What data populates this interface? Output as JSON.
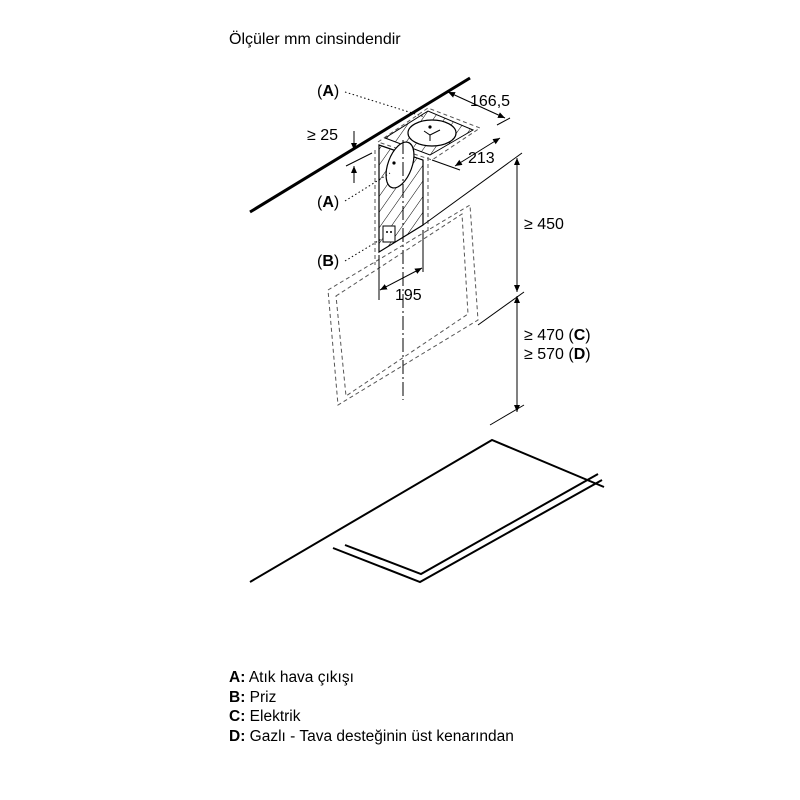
{
  "title": "Ölçüler mm cinsindendir",
  "labels": {
    "a_top": "A",
    "a_side": "A",
    "b": "B",
    "dim_width": "166,5",
    "dim_depth": "213",
    "dim_min_gap": "≥ 25",
    "dim_height": "≥ 450",
    "dim_width_front": "195",
    "dim_electric_prefix": "≥ 470",
    "dim_electric_code": "C",
    "dim_gas_prefix": "≥ 570",
    "dim_gas_code": "D"
  },
  "legend": [
    {
      "key": "A:",
      "text": "Atık hava çıkışı"
    },
    {
      "key": "B:",
      "text": "Priz"
    },
    {
      "key": "C:",
      "text": "Elektrik"
    },
    {
      "key": "D:",
      "text": "Gazlı - Tava desteğinin üst kenarından"
    }
  ]
}
